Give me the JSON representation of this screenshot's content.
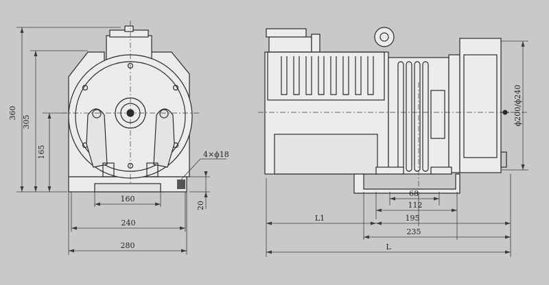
{
  "colors": {
    "background": "#c9c9c9",
    "body_fill": "#ececec",
    "line": "#2a2a2a",
    "dim_line": "#3a3a3a"
  },
  "front_view": {
    "dim_360": "360",
    "dim_305": "305",
    "dim_165": "165",
    "hole_note": "4×ϕ18",
    "dim_160": "160",
    "dim_20": "20",
    "dim_240": "240",
    "dim_280": "280"
  },
  "side_view": {
    "dim_68": "68",
    "dim_112": "112",
    "dim_195": "195",
    "dim_235": "235",
    "dim_L1": "L1",
    "dim_L": "L",
    "dim_diameter": "ϕ200/ϕ240"
  }
}
